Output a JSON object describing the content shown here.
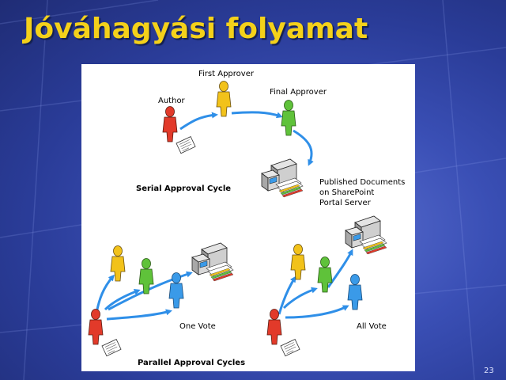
{
  "slide": {
    "title": "Jóváhagyási folyamat",
    "page_number": "23",
    "colors": {
      "background": "#2f44a6",
      "title": "#f4d11a",
      "arrow": "#2f8fe8",
      "person_author": "#e23a2a",
      "person_first_approver": "#f2c21a",
      "person_final_approver": "#5fc23a",
      "person_blue": "#3a9ae8"
    }
  },
  "serial": {
    "cycle_label": "Serial Approval Cycle",
    "author_label": "Author",
    "first_approver_label": "First Approver",
    "final_approver_label": "Final Approver",
    "published_line1": "Published Documents",
    "published_line2": "on SharePoint",
    "published_line3": "Portal Server"
  },
  "parallel": {
    "cycles_label": "Parallel Approval Cycles",
    "one_vote_label": "One Vote",
    "all_vote_label": "All Vote"
  }
}
